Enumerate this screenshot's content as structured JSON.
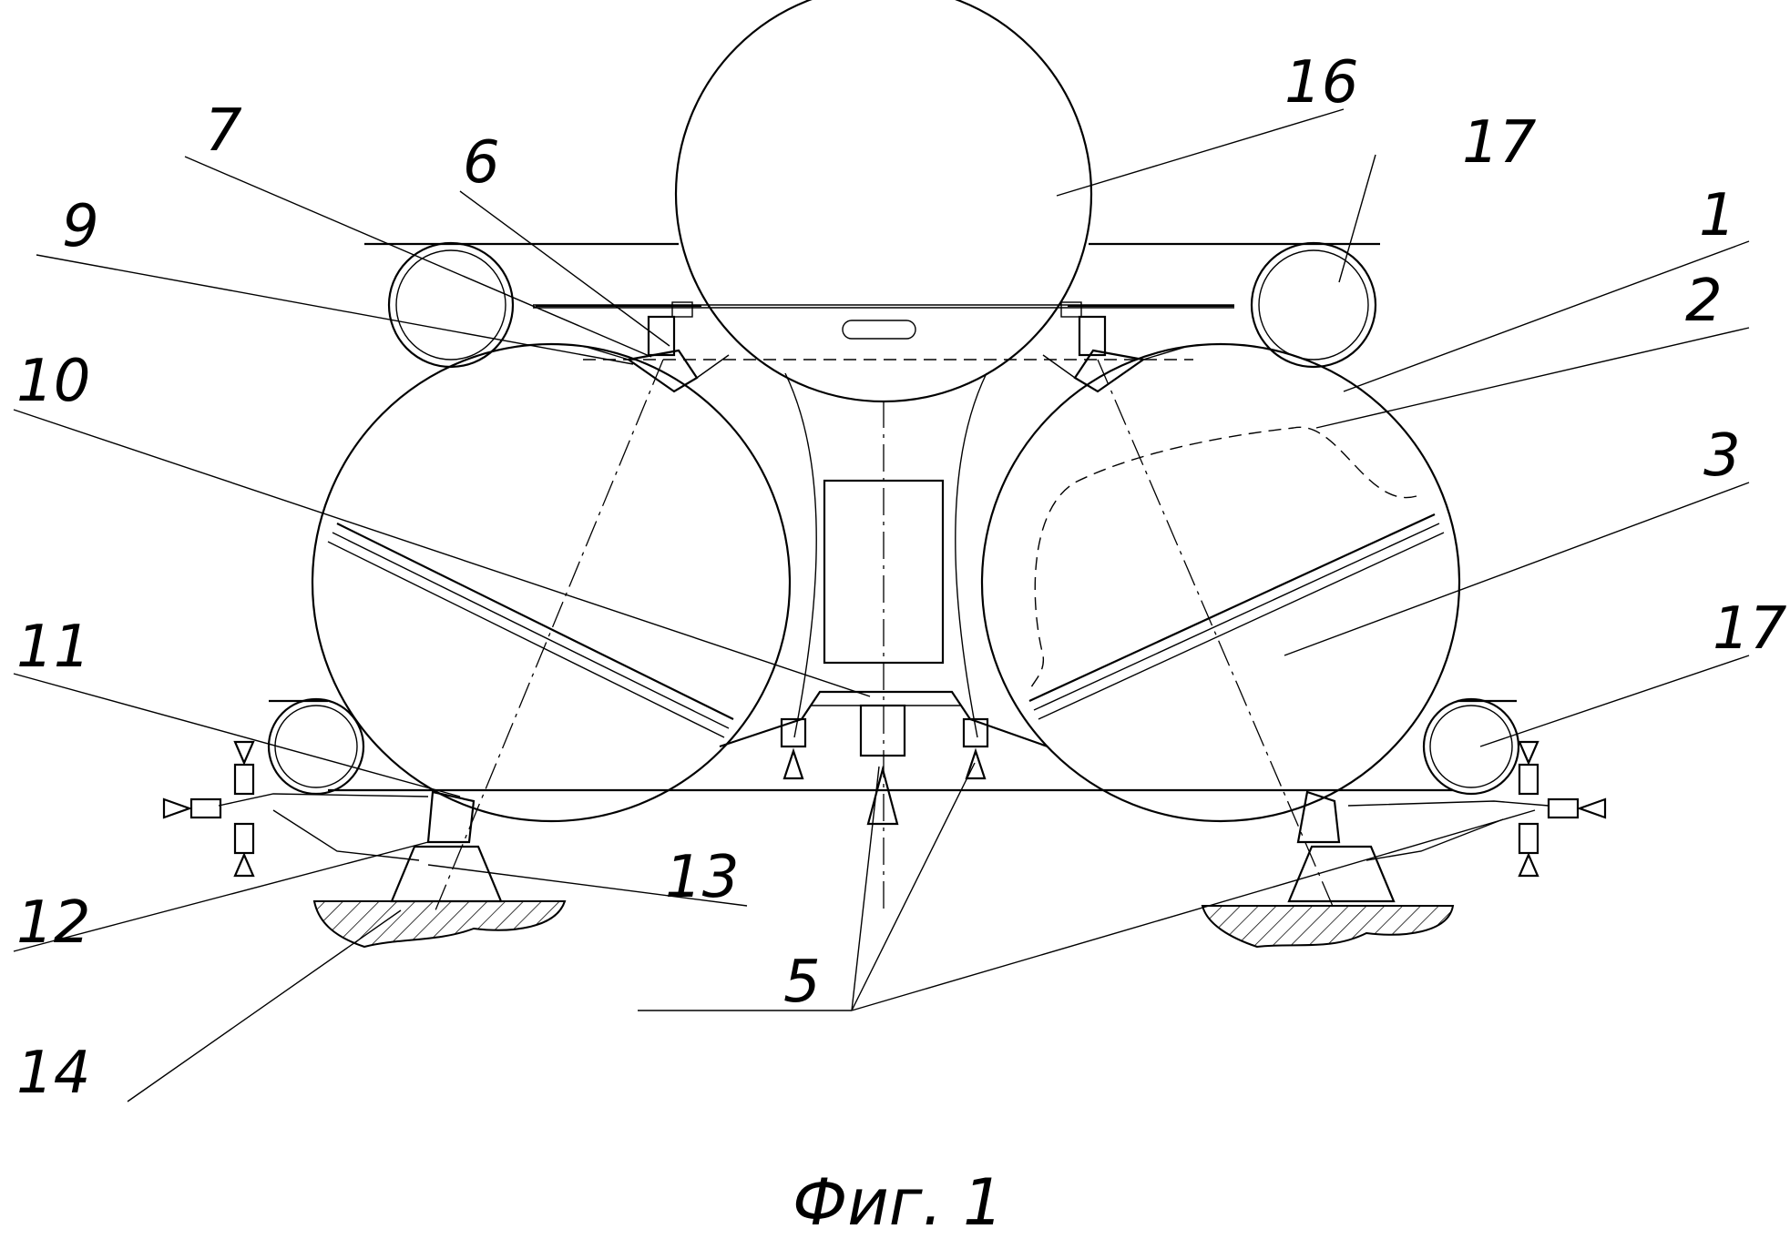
{
  "figure": {
    "caption": "Фиг. 1",
    "labels": {
      "l1": "1",
      "l2": "2",
      "l3": "3",
      "l5": "5",
      "l6": "6",
      "l7": "7",
      "l9": "9",
      "l10": "10",
      "l11": "11",
      "l12": "12",
      "l13": "13",
      "l14": "14",
      "l16": "16",
      "l17a": "17",
      "l17b": "17"
    }
  }
}
